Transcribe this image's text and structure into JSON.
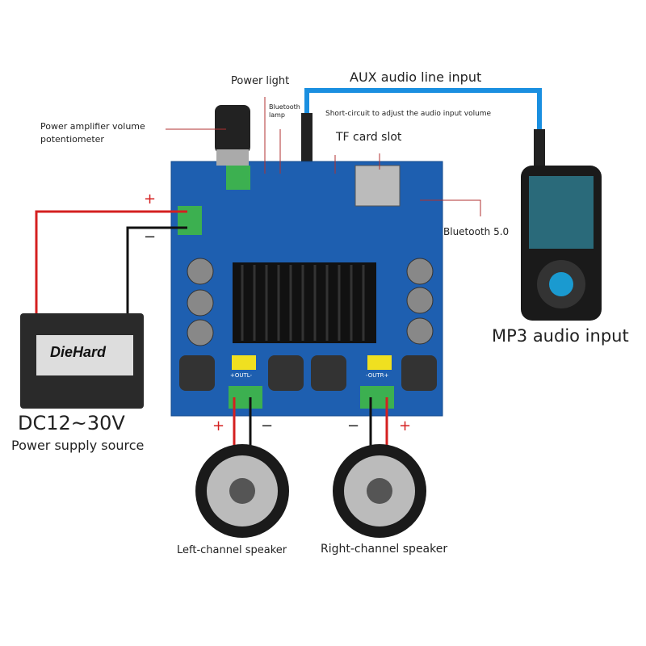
{
  "labels": {
    "power_light": "Power light",
    "aux_input": "AUX audio line input",
    "bluetooth_lamp_1": "Bluetooth",
    "bluetooth_lamp_2": "lamp",
    "short_circuit": "Short-circuit to adjust the audio input volume",
    "volume_pot_1": "Power amplifier volume",
    "volume_pot_2": "potentiometer",
    "tf_card": "TF card slot",
    "bluetooth": "Bluetooth 5.0",
    "mp3": "MP3 audio input",
    "dc_voltage": "DC12~30V",
    "power_supply": "Power supply source",
    "left_speaker": "Left-channel speaker",
    "right_speaker": "Right-channel speaker",
    "plus": "+",
    "minus": "−"
  },
  "battery": {
    "brand": "DieHard"
  },
  "board": {
    "out_left": "+OUTL-",
    "out_right": "-OUTR+"
  },
  "colors": {
    "board": "#1e5fb0",
    "aux_cable": "#1a8fe0",
    "wire_red": "#d42020",
    "wire_black": "#111111",
    "pointer": "#b03030"
  }
}
